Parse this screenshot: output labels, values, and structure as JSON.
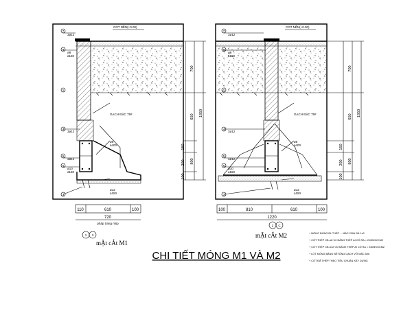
{
  "drawing": {
    "title": "CHI TIẾT MÓNG M1 VÀ M2",
    "left": {
      "section_label": "mẶt cẮt M1",
      "grid_marks": [
        "1",
        "3"
      ],
      "bottom_dims": [
        "110",
        "610",
        "100"
      ],
      "total_width": "720",
      "total_note": "pháp trang nhịp",
      "right_dims": [
        "700",
        "650",
        "1850",
        "150",
        "200",
        "100",
        "800"
      ],
      "callouts": [
        "7",
        "8",
        "1",
        "4",
        "5",
        "6",
        "3"
      ],
      "labels": {
        "top_level": "COT NỀN(+0.00)",
        "brick": "GẠCH ĐẶC 75#",
        "s1": "3ø12",
        "s2": "ø8",
        "s3": "a150",
        "s4": "ø6",
        "s5": "a400",
        "s6": "ø10",
        "s7": "a150",
        "s8": "ø12",
        "s9": "a150",
        "s10": "3ø12",
        "s11": "3ø12"
      }
    },
    "right": {
      "section_label": "mẶt cẮt M2",
      "grid_marks": [
        "2",
        "C"
      ],
      "bottom_dims": [
        "100",
        "810",
        "610",
        "100"
      ],
      "total_width": "1220",
      "right_dims": [
        "700",
        "650",
        "1850",
        "150",
        "200",
        "100",
        "800"
      ],
      "callouts": [
        "7",
        "8",
        "1",
        "4",
        "5",
        "6",
        "3"
      ],
      "labels": {
        "top_level": "COT NỀN(+0.00)",
        "brick": "GẠCH ĐẶC 75#",
        "s1": "3ø12",
        "s2": "ø8",
        "s3": "a150",
        "s4": "ø6",
        "s5": "a400",
        "s6": "ø10",
        "s7": "a150",
        "s8": "ø12",
        "s9": "a150",
        "s10": "3ø12",
        "s11": "3ø12"
      }
    },
    "notes": [
      "+ MÓNG ĐÚNG BL THÉP ... MÁC 200# ĐÁ 1x2",
      "+ CỐT THÉP CB ø6÷10 ĐÁNH THÉP AI CÓ RA = 2100KG/CM2",
      "+ CỐT THÉP CB ø12÷20 ĐÁNH THÉP AI CÓ RA = 2300KG/CM2",
      "+ LÓT MÓNG BẰNG BÊTÔNG GẠCH VỠ MÁC 50#",
      "+ CỐT ĐÃ THÉP THEO TIÊU CHUẨN XÂY DỰNG"
    ]
  }
}
